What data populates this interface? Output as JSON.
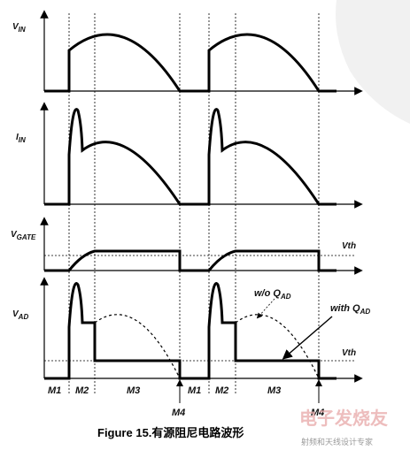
{
  "signals": {
    "vin": {
      "main": "V",
      "sub": "IN"
    },
    "iin": {
      "main": "I",
      "sub": "IN"
    },
    "vgate": {
      "main": "V",
      "sub": "GATE"
    },
    "vad": {
      "main": "V",
      "sub": "AD"
    }
  },
  "vth_label": "Vth",
  "annotations": {
    "wo": {
      "prefix": "w/o Q",
      "sub": "AD"
    },
    "with": {
      "prefix": "with Q",
      "sub": "AD"
    }
  },
  "modes": [
    "M1",
    "M2",
    "M3",
    "M1",
    "M2",
    "M3"
  ],
  "m4_label": "M4",
  "caption": "Figure 15.有源阻尼电路波形",
  "watermark": {
    "main": "电子发烧友",
    "sub": "射频和天线设计专家"
  },
  "colors": {
    "stroke": "#000000",
    "background": "#ffffff",
    "watermark": "#e7a7a7"
  }
}
